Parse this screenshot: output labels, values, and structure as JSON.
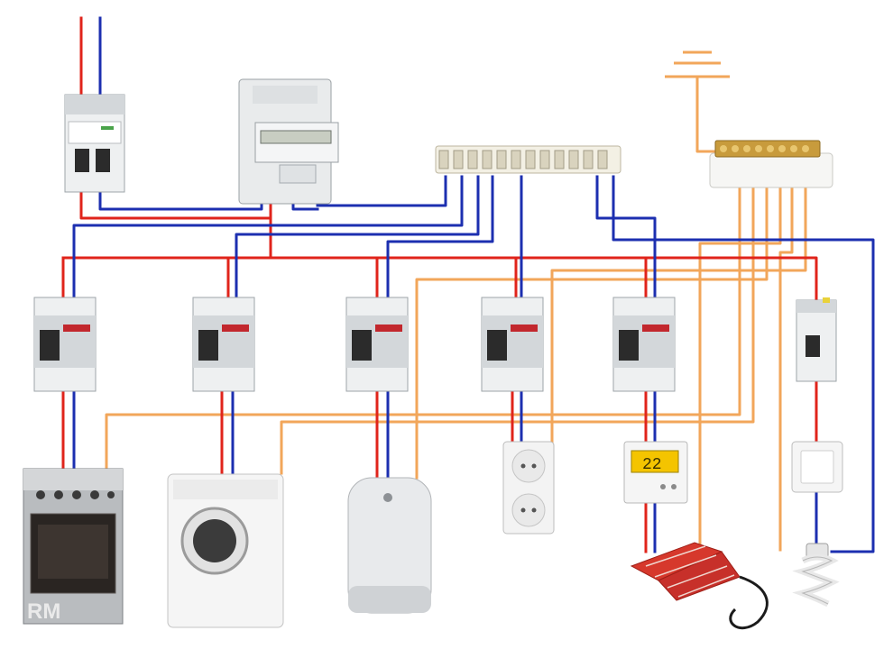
{
  "colors": {
    "live_wire": "#e0241b",
    "neutral_wire": "#1c2fb0",
    "earth_wire": "#f2a65a"
  },
  "devices": {
    "main_breaker": {
      "icon": "main-circuit-breaker-icon"
    },
    "energy_meter": {
      "icon": "electric-meter-icon"
    },
    "neutral_bus": {
      "icon": "terminal-block-icon"
    },
    "earth_bus": {
      "icon": "ground-bus-bar-icon"
    },
    "ground": {
      "icon": "ground-symbol-icon"
    },
    "rcbos": [
      {
        "icon": "rcbo-breaker-icon",
        "load": "stove"
      },
      {
        "icon": "rcbo-breaker-icon",
        "load": "washing-machine"
      },
      {
        "icon": "rcbo-breaker-icon",
        "load": "water-heater"
      },
      {
        "icon": "rcbo-breaker-icon",
        "load": "socket-outlets"
      },
      {
        "icon": "rcbo-breaker-icon",
        "load": "floor-heating"
      }
    ],
    "lighting_breaker": {
      "icon": "circuit-breaker-icon"
    },
    "loads": {
      "stove": {
        "icon": "gas-stove-icon",
        "label": "RM"
      },
      "washing_machine": {
        "icon": "washing-machine-icon"
      },
      "water_heater": {
        "icon": "water-heater-icon"
      },
      "sockets": {
        "icon": "double-socket-icon"
      },
      "thermostat": {
        "icon": "thermostat-icon",
        "display": "22"
      },
      "heating_mat": {
        "icon": "heating-mat-icon"
      },
      "light_switch": {
        "icon": "light-switch-icon"
      },
      "lamp": {
        "icon": "cfl-bulb-icon"
      }
    }
  }
}
